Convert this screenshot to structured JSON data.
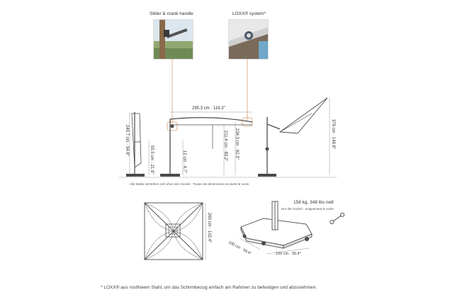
{
  "callouts": {
    "slider_handle": "Slider & crank handle",
    "loxx_system": "LOXX® system*"
  },
  "side_view": {
    "width": "295.3 cm · 116.3\"",
    "h_left": "240.7 cm · 94.8\"",
    "h_base": "55.5 cm · 21.9\"",
    "h_pole": "12 cm · 4.7\"",
    "h_canopy_low": "211.4 cm · 83.2\"",
    "h_canopy_high": "234.3 cm · 92.3\"",
    "h_tilted": "378 cm · 148.8\""
  },
  "note_socket": "Alle Maße verstehen sich ohne den Sockel · Toutes les dimensions excluent le socle.",
  "top_view": {
    "size": "260 cm · 102.4\""
  },
  "base": {
    "weight": "158 kg, 348 lbs nett",
    "weight_note": "Nur der Sockel · uniquement le socle",
    "depth": "100 cm · 39.4\"",
    "width": "100 cm · 39.4\""
  },
  "footnote": "* LOXX® aus rostfreiem Stahl, um das Schirmbezug einfach am Rahmen zu befestigen und abzunehmen.",
  "colors": {
    "line": "#4a4a4a",
    "accent": "#d9a070"
  }
}
